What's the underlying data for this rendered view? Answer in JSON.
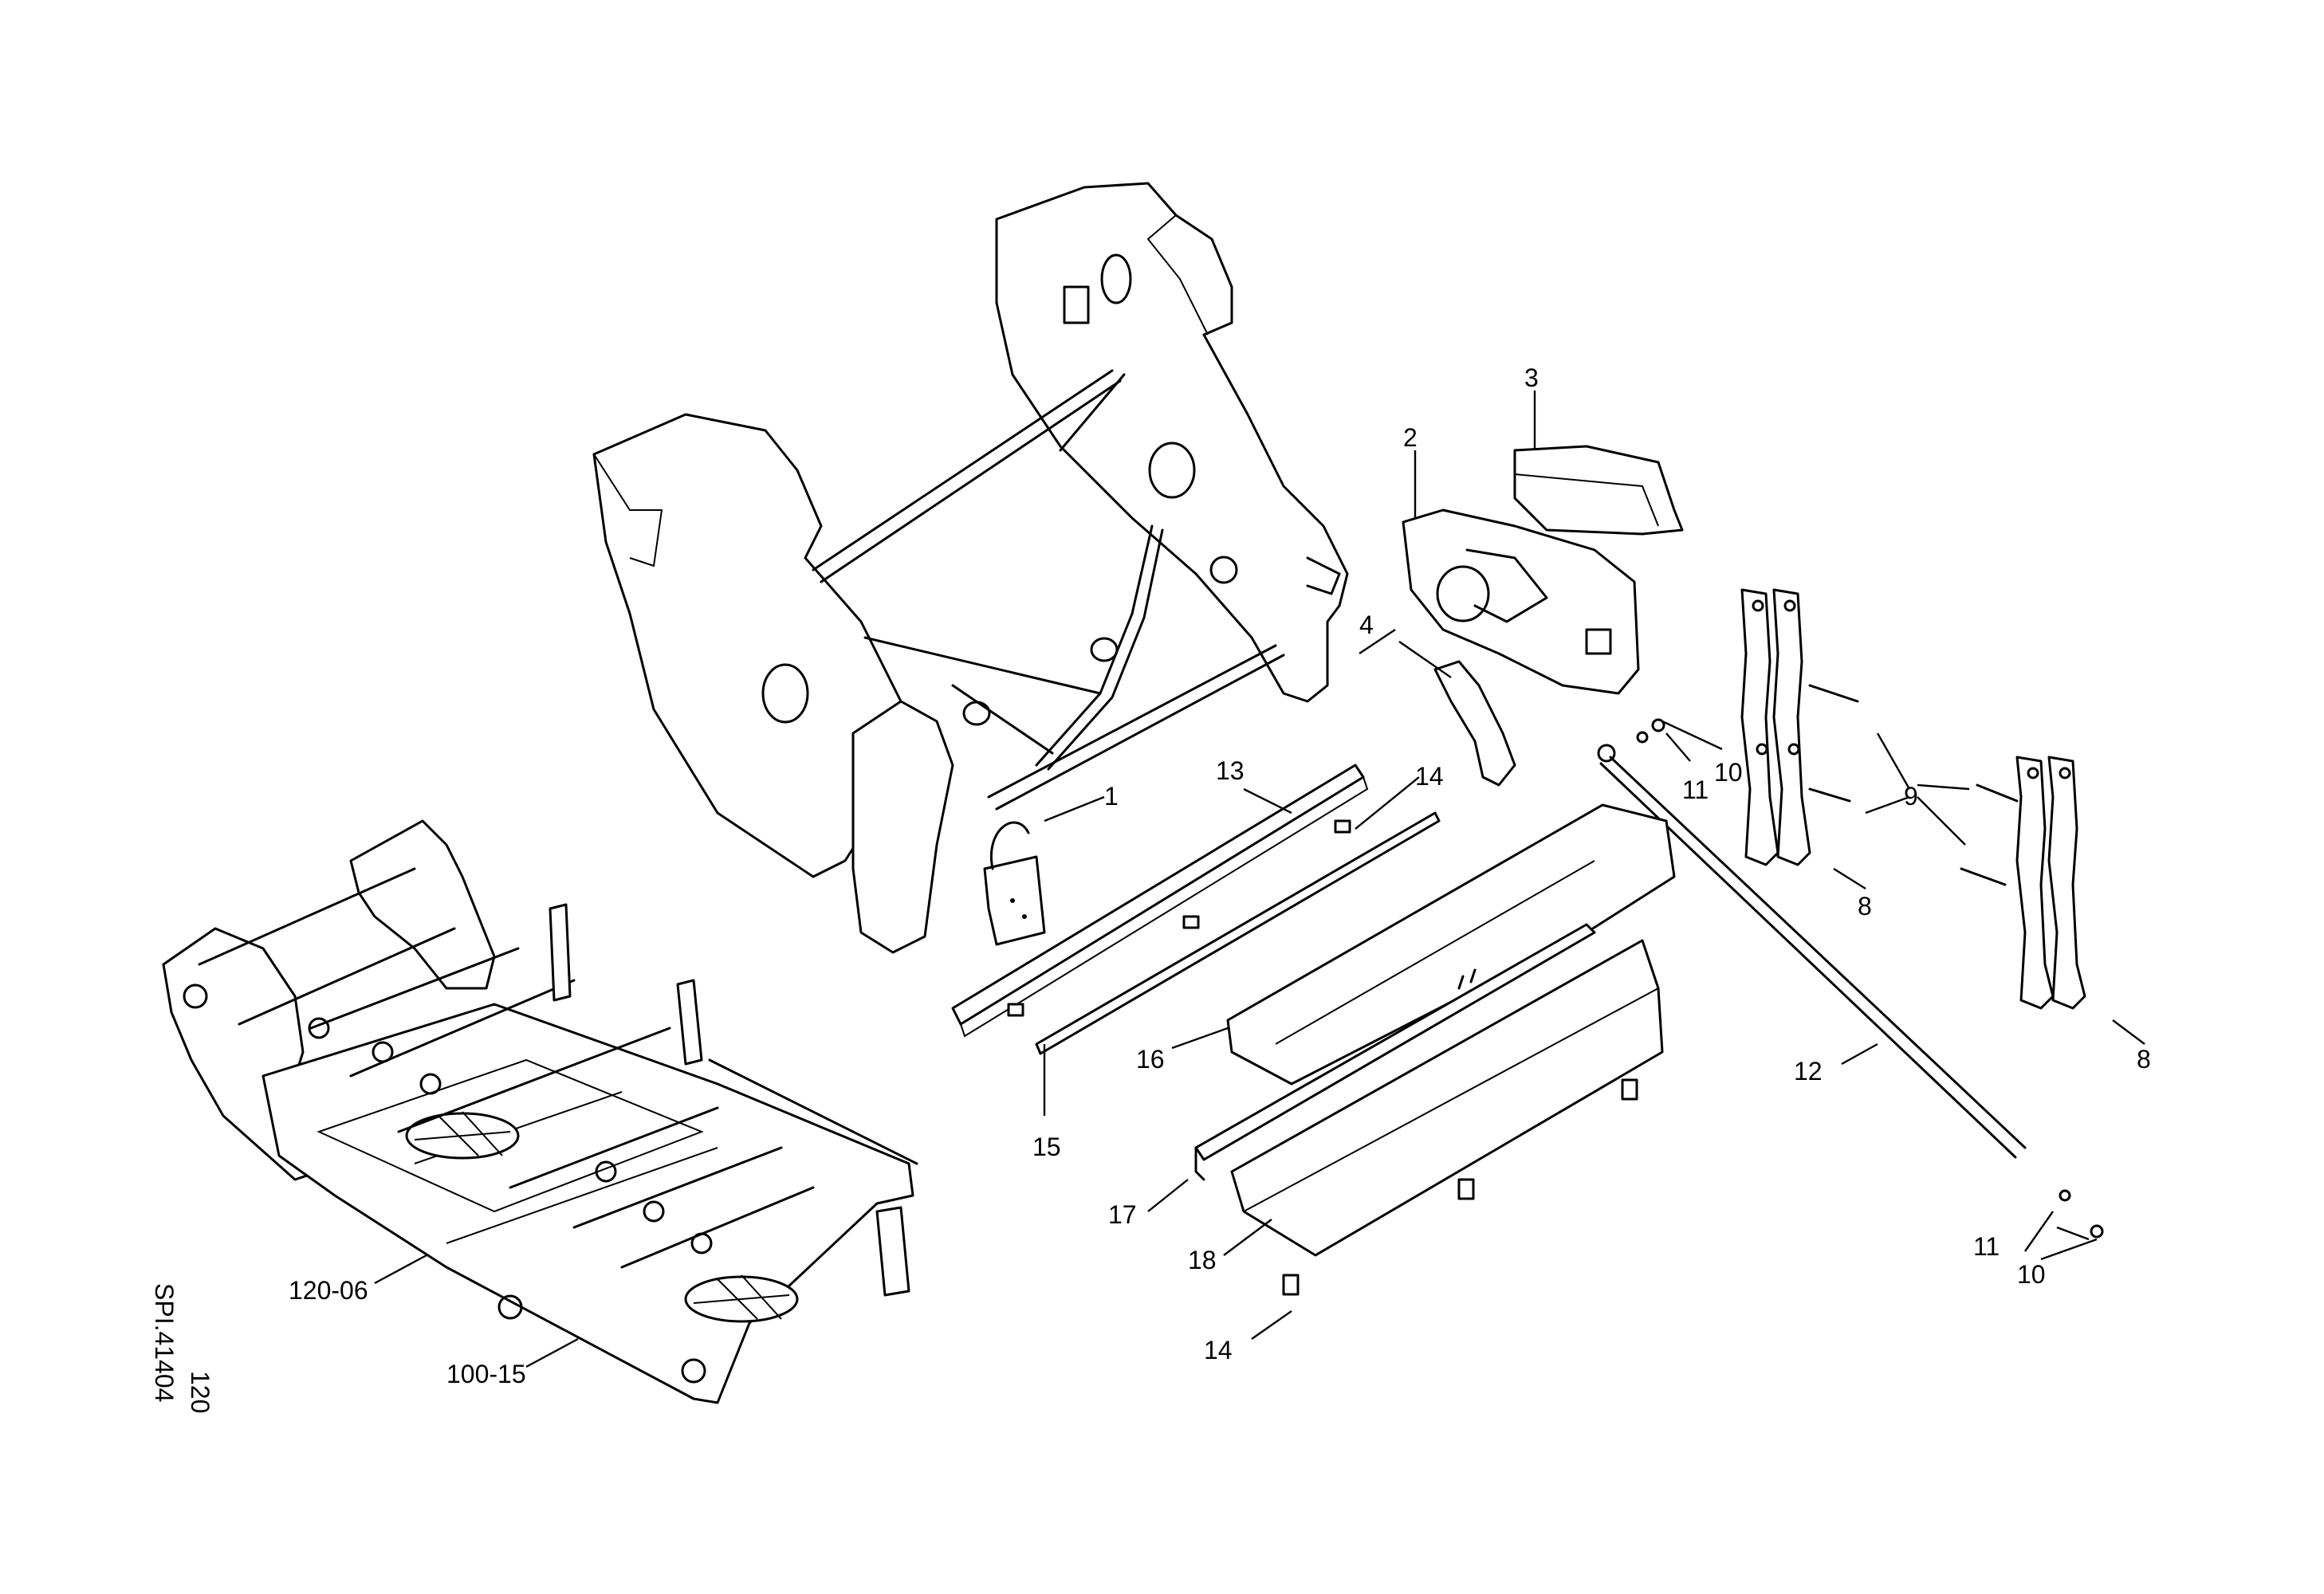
{
  "diagram": {
    "page_code": "SPI.41404",
    "section_number": "120",
    "callouts": {
      "c1": "1",
      "c2": "2",
      "c3": "3",
      "c4": "4",
      "c8a": "8",
      "c8b": "8",
      "c9": "9",
      "c10a": "10",
      "c10b": "10",
      "c11a": "11",
      "c11b": "11",
      "c12": "12",
      "c13": "13",
      "c14a": "14",
      "c14b": "14",
      "c15": "15",
      "c16": "16",
      "c17": "17",
      "c18": "18"
    },
    "references": {
      "r12006": "120-06",
      "r10015": "100-15"
    }
  }
}
